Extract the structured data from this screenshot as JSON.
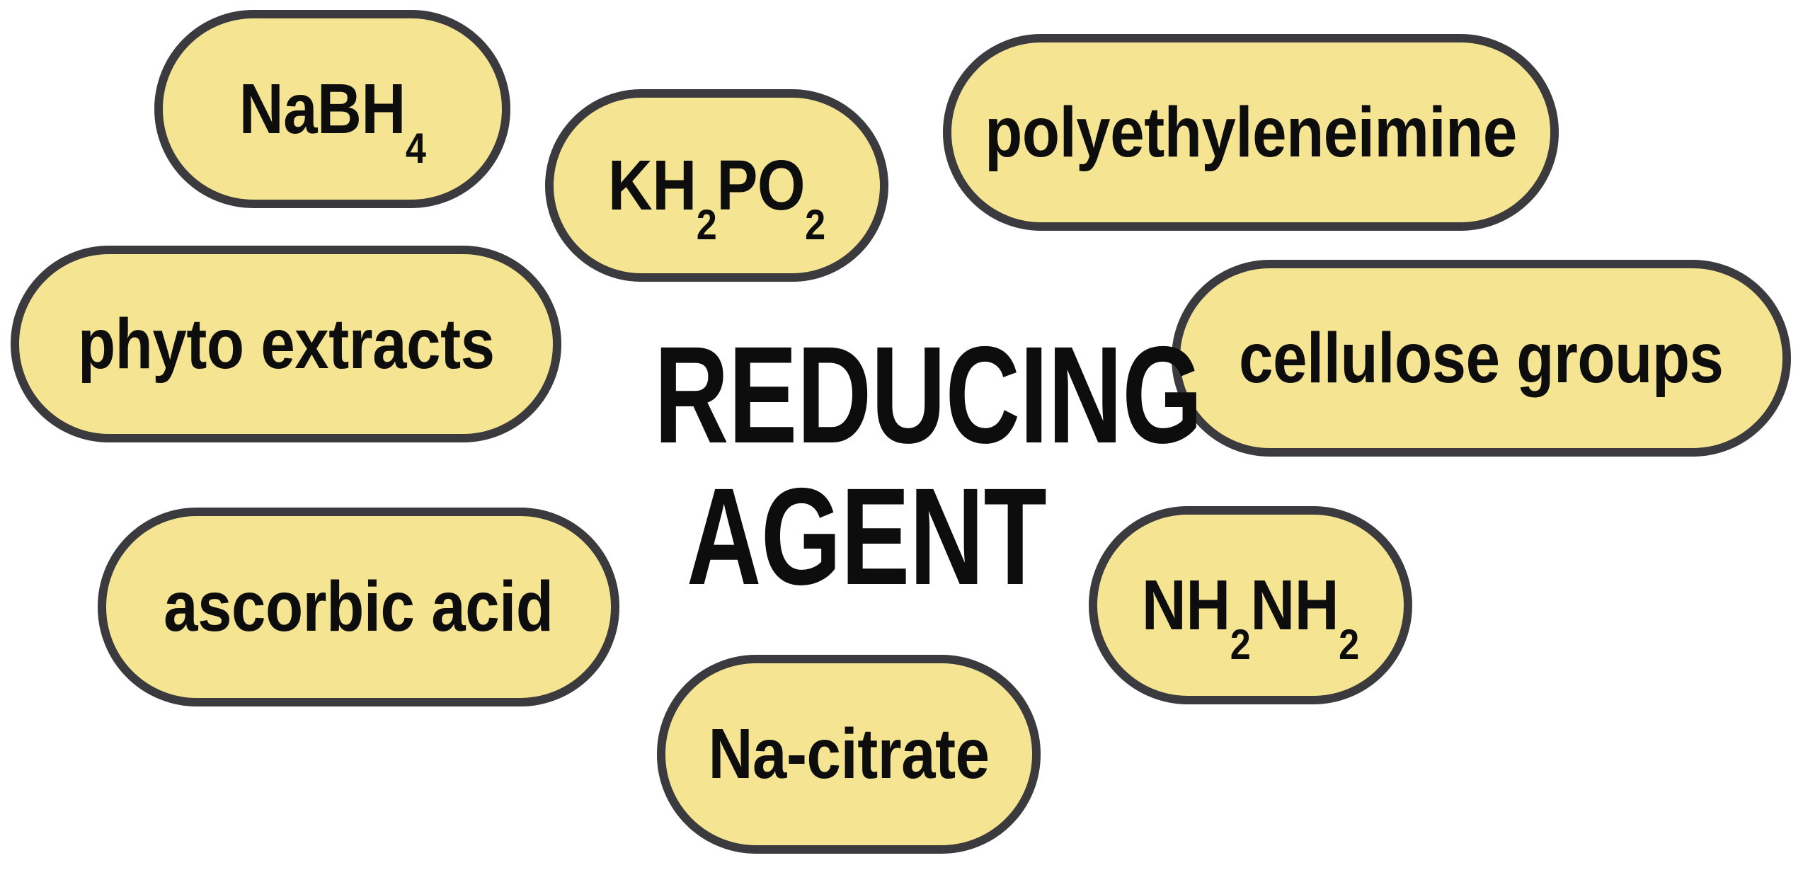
{
  "title": {
    "line1": "REDUCING",
    "line2": "AGENT",
    "full": "REDUCING AGENT"
  },
  "nodes": [
    {
      "id": "nabh4",
      "label": "NaBH4",
      "parts": [
        {
          "text": "NaBH",
          "sub": false
        },
        {
          "text": "4",
          "sub": true
        }
      ]
    },
    {
      "id": "kh2po2",
      "label": "KH2PO2",
      "parts": [
        {
          "text": "KH",
          "sub": false
        },
        {
          "text": "2",
          "sub": true
        },
        {
          "text": "PO",
          "sub": false
        },
        {
          "text": "2",
          "sub": true
        }
      ]
    },
    {
      "id": "polyethyleneimine",
      "label": "polyethyleneimine",
      "parts": [
        {
          "text": "polyethyleneimine",
          "sub": false
        }
      ]
    },
    {
      "id": "phyto-extracts",
      "label": "phyto extracts",
      "parts": [
        {
          "text": "phyto extracts",
          "sub": false
        }
      ]
    },
    {
      "id": "cellulose-groups",
      "label": "cellulose groups",
      "parts": [
        {
          "text": "cellulose groups",
          "sub": false
        }
      ]
    },
    {
      "id": "ascorbic-acid",
      "label": "ascorbic acid",
      "parts": [
        {
          "text": "ascorbic acid",
          "sub": false
        }
      ]
    },
    {
      "id": "nh2nh2",
      "label": "NH2NH2",
      "parts": [
        {
          "text": "NH",
          "sub": false
        },
        {
          "text": "2",
          "sub": true
        },
        {
          "text": "NH",
          "sub": false
        },
        {
          "text": "2",
          "sub": true
        }
      ]
    },
    {
      "id": "na-citrate",
      "label": "Na-citrate",
      "parts": [
        {
          "text": "Na-citrate",
          "sub": false
        }
      ]
    }
  ],
  "colors": {
    "background": "#ffffff",
    "pill_fill": "#f5e492",
    "pill_border": "#3a3a3f",
    "text_color": "#0d0d0d"
  }
}
